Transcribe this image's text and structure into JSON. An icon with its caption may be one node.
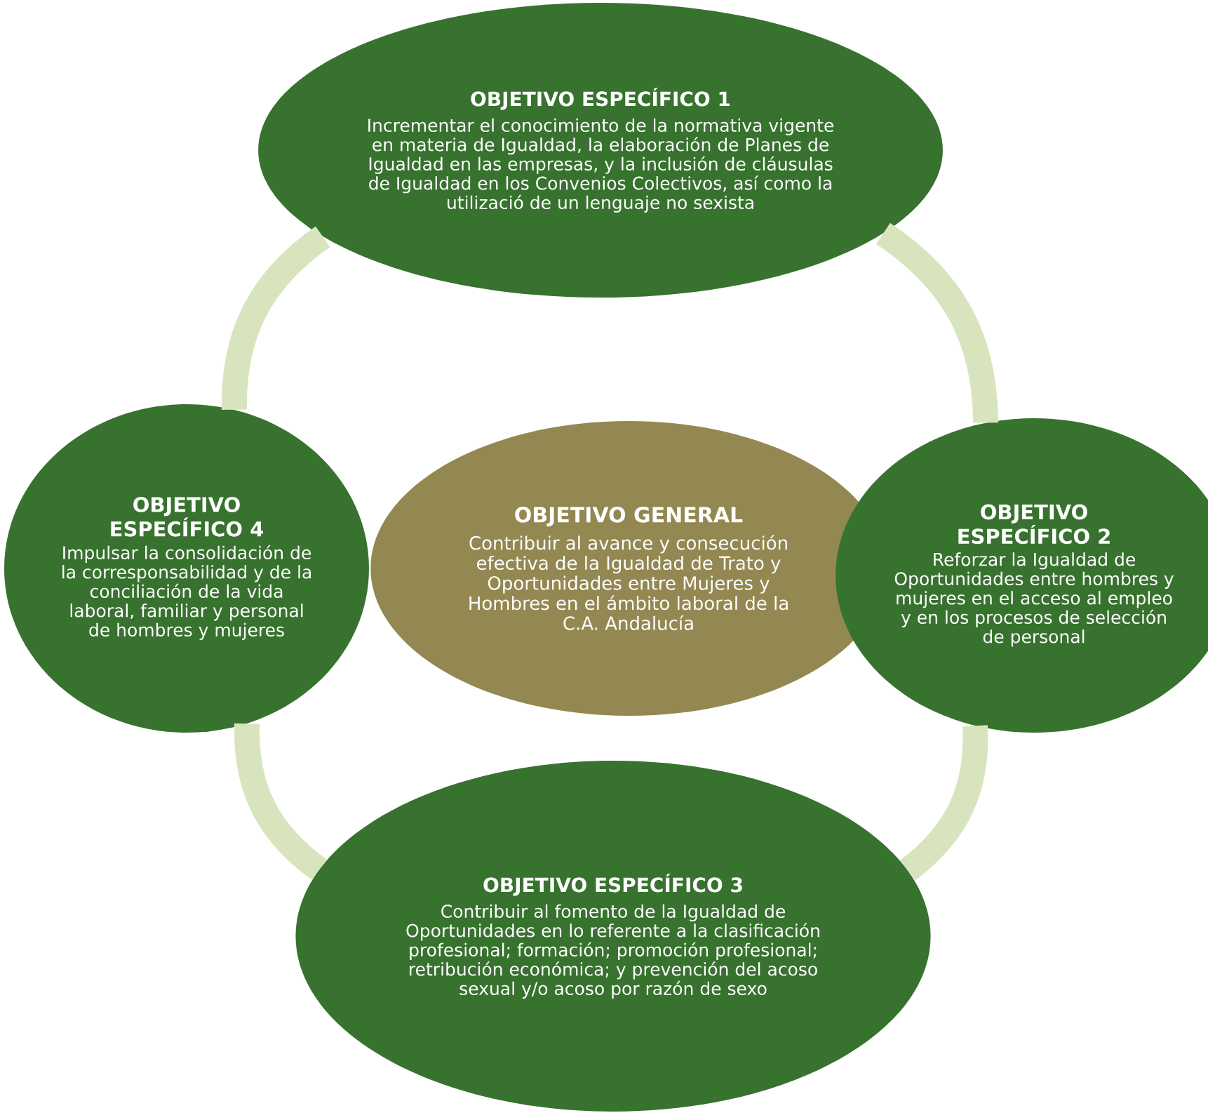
{
  "diagram": {
    "nodes": [
      {
        "text": [
          "OBJETIVO ESPECÍFICO  1",
          "Incrementar el conocimiento de la normativa vigente en materia de Igualdad, la elaboración de Planes de Igualdad en las empresas, y la inclusión de cláusulas de Igualdad en los Convenios Colectivos, así como la utilizació de un lenguaje no sexista"
        ]
      },
      {
        "text": [
          "OBJETIVO ESPECÍFICO 4",
          "Impulsar la consolidación de la corresponsabilidad y de la conciliación de la vida laboral, familiar y personal de hombres y mujeres"
        ]
      },
      {
        "text": [
          "OBJETIVO GENERAL",
          "Contribuir al avance y consecución efectiva de la Igualdad de Trato y Oportunidades entre Mujeres y Hombres en el ámbito laboral de la C.A. Andalucía"
        ]
      },
      {
        "text": [
          "OBJETIVO ESPECÍFICO 2",
          "Reforzar la Igualdad  de Oportunidades entre hombres y mujeres en el acceso al empleo y en los procesos de selección de personal"
        ]
      },
      {
        "text": [
          "OBJETIVO ESPECÍFICO  3",
          "Contribuir al fomento de la Igualdad de Oportunidades en lo referente a la clasificación profesional; formación; promoción profesional; retribución económica; y prevención del acoso sexual y/o acoso por razón de sexo"
        ]
      }
    ],
    "edges": [
      {
        "from": 0,
        "to": 3,
        "arrow": "none"
      },
      {
        "from": 3,
        "to": 4,
        "arrow": "none"
      },
      {
        "from": 4,
        "to": 1,
        "arrow": "none"
      },
      {
        "from": 1,
        "to": 0,
        "arrow": "none"
      }
    ]
  }
}
